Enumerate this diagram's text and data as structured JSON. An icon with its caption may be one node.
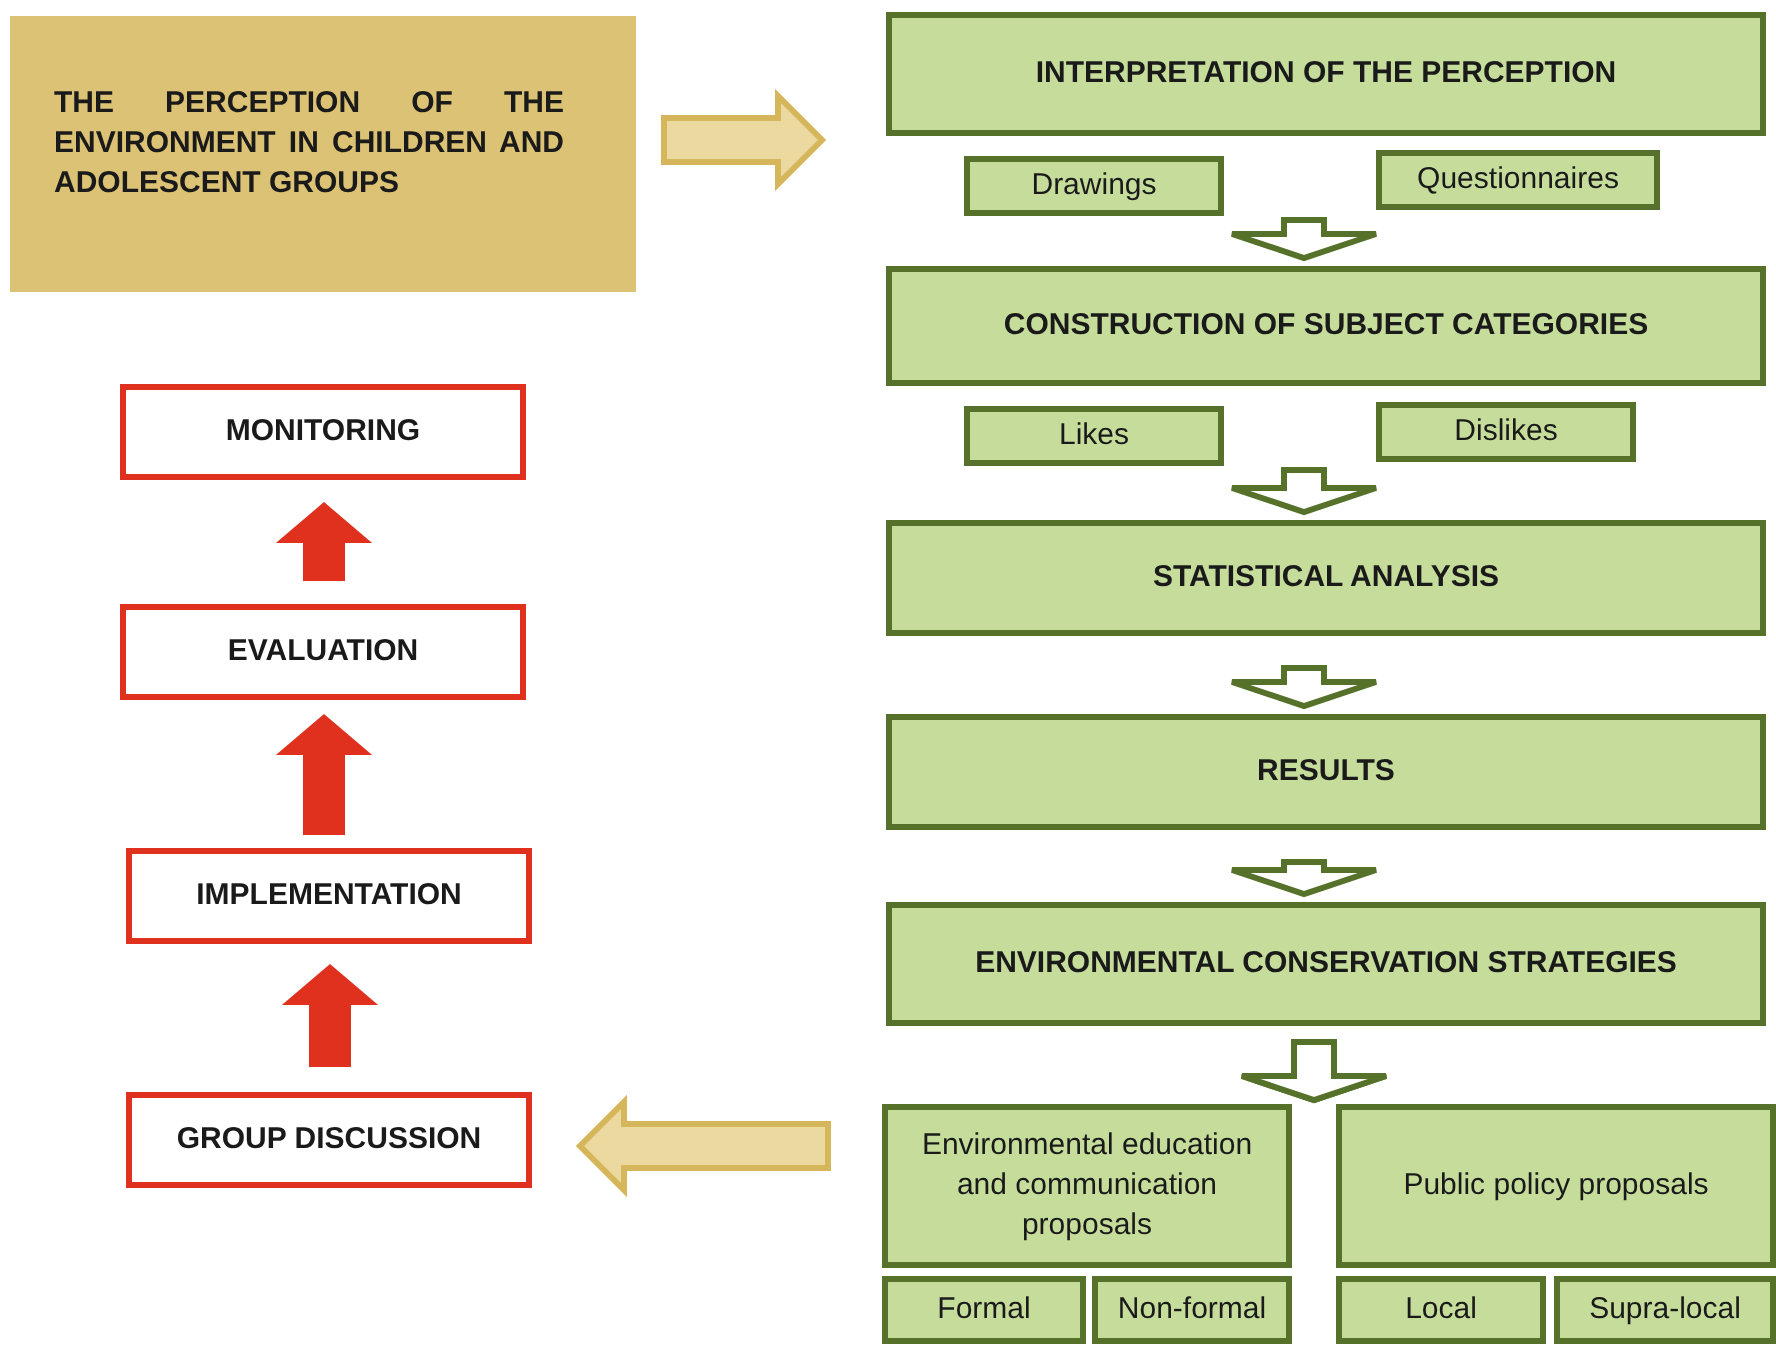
{
  "diagram": {
    "nodes": [
      {
        "text": [
          "THE PERCEPTION OF THE ENVIRONMENT IN CHILDREN AND ADOLESCENT GROUPS"
        ]
      },
      {
        "text": [
          "INTERPRETATION OF THE PERCEPTION"
        ]
      },
      {
        "text": [
          "Drawings"
        ]
      },
      {
        "text": [
          "Questionnaires"
        ]
      },
      {
        "text": [
          "CONSTRUCTION OF SUBJECT CATEGORIES"
        ]
      },
      {
        "text": [
          "Likes"
        ]
      },
      {
        "text": [
          "Dislikes"
        ]
      },
      {
        "text": [
          "STATISTICAL ANALYSIS"
        ]
      },
      {
        "text": [
          "RESULTS"
        ]
      },
      {
        "text": [
          "ENVIRONMENTAL CONSERVATION STRATEGIES"
        ]
      },
      {
        "text": [
          "Environmental education and communication proposals"
        ]
      },
      {
        "text": [
          "Public policy proposals"
        ]
      },
      {
        "text": [
          "Formal"
        ]
      },
      {
        "text": [
          "Non-formal"
        ]
      },
      {
        "text": [
          "Local"
        ]
      },
      {
        "text": [
          "Supra-local"
        ]
      },
      {
        "text": [
          "MONITORING"
        ]
      },
      {
        "text": [
          "EVALUATION"
        ]
      },
      {
        "text": [
          "IMPLEMENTATION"
        ]
      },
      {
        "text": [
          "GROUP DISCUSSION"
        ]
      }
    ],
    "edges": [
      {
        "from": 0,
        "to": 1,
        "arrow": "to",
        "style": "thick",
        "color": "#ecd9a0"
      },
      {
        "from": 1,
        "to": 4,
        "arrow": "to",
        "style": "thick"
      },
      {
        "from": 4,
        "to": 7,
        "arrow": "to",
        "style": "thick"
      },
      {
        "from": 7,
        "to": 8,
        "arrow": "to",
        "style": "thick"
      },
      {
        "from": 8,
        "to": 9,
        "arrow": "to",
        "style": "thick"
      },
      {
        "from": 9,
        "to": 10,
        "arrow": "to",
        "style": "thick"
      },
      {
        "from": 9,
        "to": 11,
        "arrow": "to",
        "style": "thick"
      },
      {
        "from": 10,
        "to": 19,
        "arrow": "to",
        "style": "thick",
        "color": "#ecd9a0"
      },
      {
        "from": 19,
        "to": 18,
        "arrow": "to",
        "style": "thick",
        "color": "#e0301e"
      },
      {
        "from": 18,
        "to": 17,
        "arrow": "to",
        "style": "thick",
        "color": "#e0301e"
      },
      {
        "from": 17,
        "to": 16,
        "arrow": "to",
        "style": "thick",
        "color": "#e0301e"
      }
    ]
  }
}
